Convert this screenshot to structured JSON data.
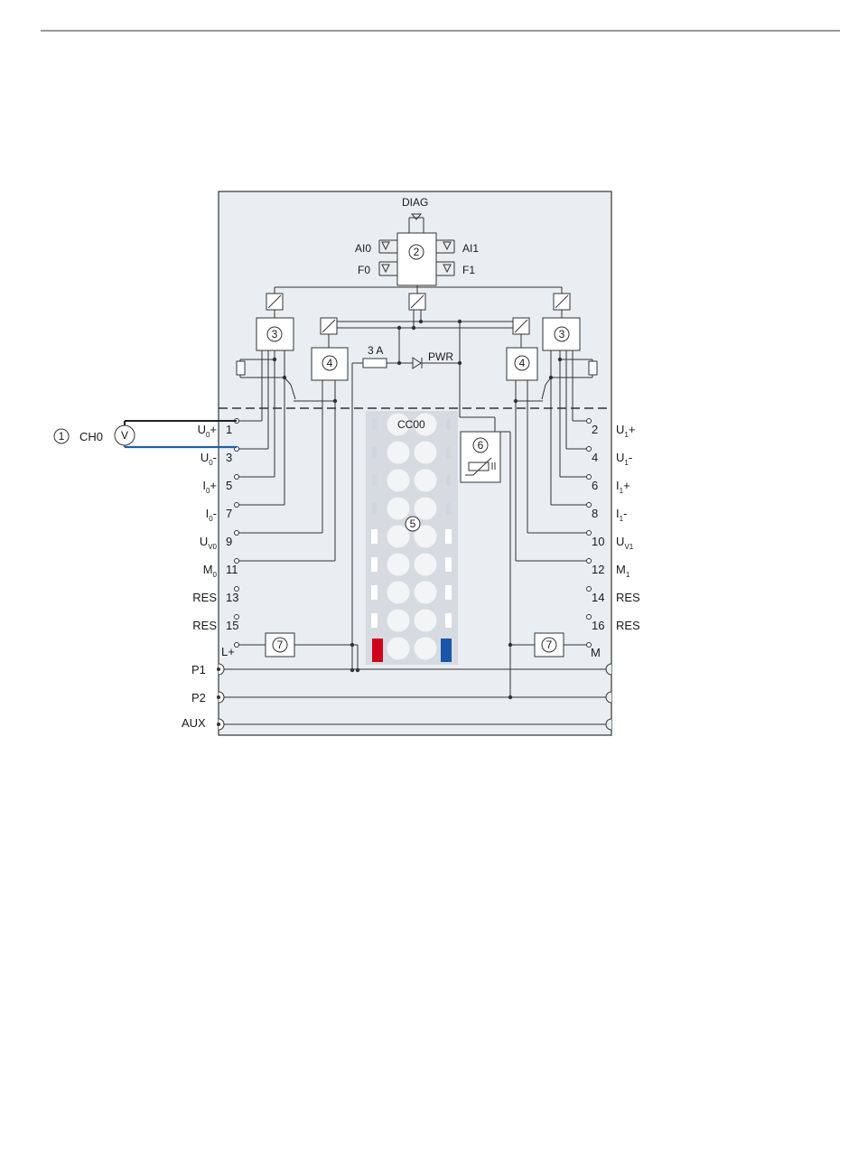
{
  "labels": {
    "diag": "DIAG",
    "ai0": "AI0",
    "ai1": "AI1",
    "f0": "F0",
    "f1": "F1",
    "fuse": "3 A",
    "pwr": "PWR",
    "cc": "CC00",
    "ch0": "CH0",
    "voltmeter": "V",
    "p1": "P1",
    "p2": "P2",
    "aux": "AUX",
    "lplus": "L+",
    "m": "M"
  },
  "callouts": {
    "c1": "1",
    "c2": "2",
    "c3a": "3",
    "c3b": "3",
    "c4a": "4",
    "c4b": "4",
    "c5": "5",
    "c6": "6",
    "c7a": "7",
    "c7b": "7"
  },
  "left_terminals": [
    {
      "main": "U",
      "sub": "0",
      "suffix": "+",
      "num": "1"
    },
    {
      "main": "U",
      "sub": "0",
      "suffix": "-",
      "num": "3"
    },
    {
      "main": "I",
      "sub": "0",
      "suffix": "+",
      "num": "5"
    },
    {
      "main": "I",
      "sub": "0",
      "suffix": "-",
      "num": "7"
    },
    {
      "main": "U",
      "sub": "V0",
      "suffix": "",
      "num": "9"
    },
    {
      "main": "M",
      "sub": "0",
      "suffix": "",
      "num": "11"
    },
    {
      "main": "RES",
      "sub": "",
      "suffix": "",
      "num": "13"
    },
    {
      "main": "RES",
      "sub": "",
      "suffix": "",
      "num": "15"
    }
  ],
  "right_terminals": [
    {
      "main": "U",
      "sub": "1",
      "suffix": "+",
      "num": "2"
    },
    {
      "main": "U",
      "sub": "1",
      "suffix": "-",
      "num": "4"
    },
    {
      "main": "I",
      "sub": "1",
      "suffix": "+",
      "num": "6"
    },
    {
      "main": "I",
      "sub": "1",
      "suffix": "-",
      "num": "8"
    },
    {
      "main": "U",
      "sub": "V1",
      "suffix": "",
      "num": "10"
    },
    {
      "main": "M",
      "sub": "1",
      "suffix": "",
      "num": "12"
    },
    {
      "main": "RES",
      "sub": "",
      "suffix": "",
      "num": "14"
    },
    {
      "main": "RES",
      "sub": "",
      "suffix": "",
      "num": "16"
    }
  ],
  "colors": {
    "panel": "#e9eef2",
    "line": "#333333",
    "wire_blue": "#1f5fa8",
    "red_terminal": "#d0021b",
    "blue_terminal": "#1a56a8",
    "connector_bg": "#d5dbe1"
  }
}
